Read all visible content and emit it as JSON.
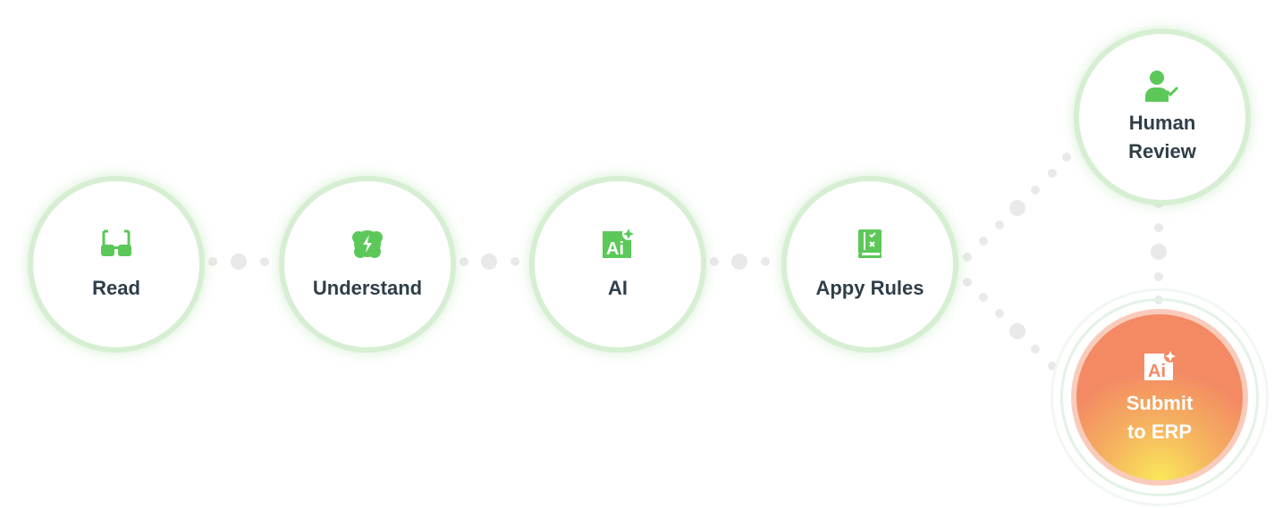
{
  "steps": [
    {
      "label": "Read",
      "icon": "glasses-icon"
    },
    {
      "label": "Understand",
      "icon": "brain-bolt-icon"
    },
    {
      "label": "AI",
      "icon": "ai-sparkle-icon"
    },
    {
      "label": "Appy Rules",
      "icon": "rule-book-icon"
    },
    {
      "label": "Human\nReview",
      "icon": "user-check-icon"
    },
    {
      "label": "Submit\nto ERP",
      "icon": "ai-sparkle-icon"
    }
  ],
  "colors": {
    "accent": "#5cc859",
    "ring": "#d6efd2",
    "text": "#2f3e48",
    "dot": "#e8e8e8",
    "submit": "#f38a64"
  }
}
